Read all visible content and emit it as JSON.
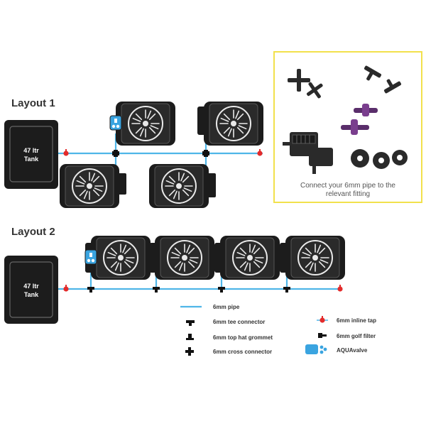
{
  "layout1": {
    "title": "Layout 1",
    "tank": {
      "line1": "47 ltr",
      "line2": "Tank"
    }
  },
  "layout2": {
    "title": "Layout 2",
    "tank": {
      "line1": "47 ltr",
      "line2": "Tank"
    }
  },
  "fittings_panel": {
    "caption_line1": "Connect your 6mm pipe to the",
    "caption_line2": "relevant fitting",
    "border_color": "#f2e14c"
  },
  "legend": {
    "pipe": "6mm pipe",
    "tee": "6mm tee connector",
    "grommet": "6mm top hat grommet",
    "cross": "6mm cross connector",
    "tap": "6mm inline tap",
    "filter": "6mm golf filter",
    "aquavalve": "AQUAvalve"
  },
  "colors": {
    "pipe": "#4fb6e8",
    "tap": "#e32b2b",
    "aquavalve": "#3aa4e0",
    "pot": "#1c1c1c"
  }
}
